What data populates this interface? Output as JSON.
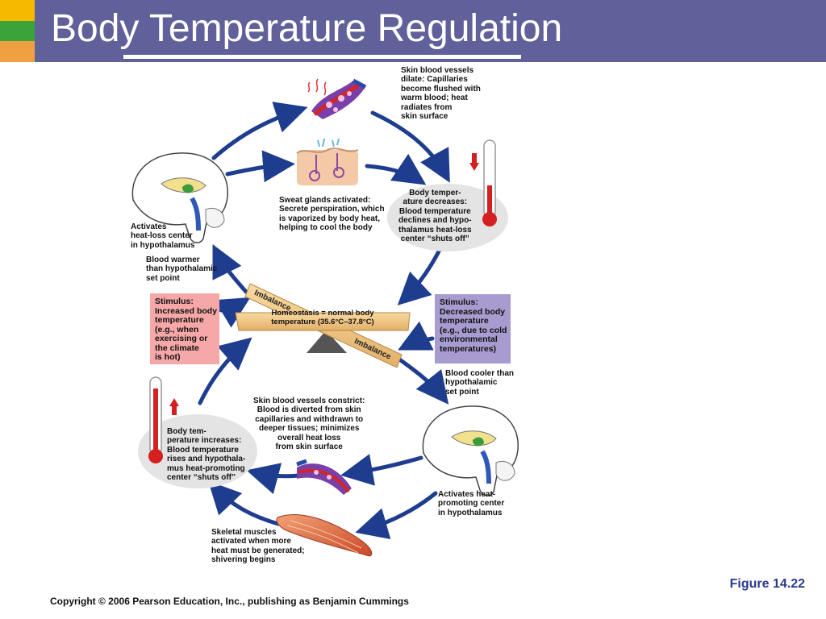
{
  "slide": {
    "title": "Body Temperature Regulation",
    "figure_label": "Figure 14.22",
    "copyright": "Copyright © 2006 Pearson Education, Inc., publishing as Benjamin Cummings"
  },
  "colors": {
    "title_bar": "#60609a",
    "accent_yellow": "#f7b800",
    "accent_green": "#3aa43a",
    "accent_orange": "#f0a040",
    "arrow_blue": "#1f3d8f",
    "stimulus_hot_bg": "#f6a7a7",
    "stimulus_cold_bg": "#a89bcf"
  },
  "diagram": {
    "skin_vessels_dilate": "Skin blood vessels\ndilate: Capillaries\nbecome flushed with\nwarm blood; heat\nradiates from\nskin surface",
    "sweat_glands": "Sweat glands activated:\nSecrete perspiration, which\nis vaporized by body heat,\nhelping to cool the body",
    "temp_decreases": "Body temper-\nature decreases:\nBlood temperature\ndeclines and hypo-\nthalamus heat-loss\ncenter “shuts off”",
    "heat_loss_center": "Activates\nheat-loss center\nin hypothalamus",
    "blood_warmer": "Blood warmer\nthan hypothalamic\nset point",
    "stimulus_hot_head": "Stimulus:",
    "stimulus_hot_body": "Increased body\ntemperature\n(e.g., when\nexercising or\nthe climate\nis hot)",
    "stimulus_cold_head": "Stimulus:",
    "stimulus_cold_body": "Decreased body\ntemperature\n(e.g., due to cold\nenvironmental\ntemperatures)",
    "imbalance_top": "Imbalance",
    "imbalance_bottom": "Imbalance",
    "homeostasis_bold": "Homeostasis",
    "homeostasis_rest": " = normal body",
    "homeostasis_line2": "temperature (35.6°C–37.8°C)",
    "blood_cooler": "Blood cooler than\nhypothalamic\nset point",
    "skin_vessels_constrict": "Skin blood vessels constrict:\nBlood is diverted from skin\ncapillaries and withdrawn to\ndeeper tissues; minimizes\noverall heat loss\nfrom skin surface",
    "temp_increases": "Body tem-\nperature increases:\nBlood temperature\nrises and hypothala-\nmus heat-promoting\ncenter “shuts off”",
    "heat_promoting_center": "Activates heat-\npromoting center\nin hypothalamus",
    "skeletal_muscles": "Skeletal muscles\nactivated when more\nheat must be generated;\nshivering begins"
  }
}
